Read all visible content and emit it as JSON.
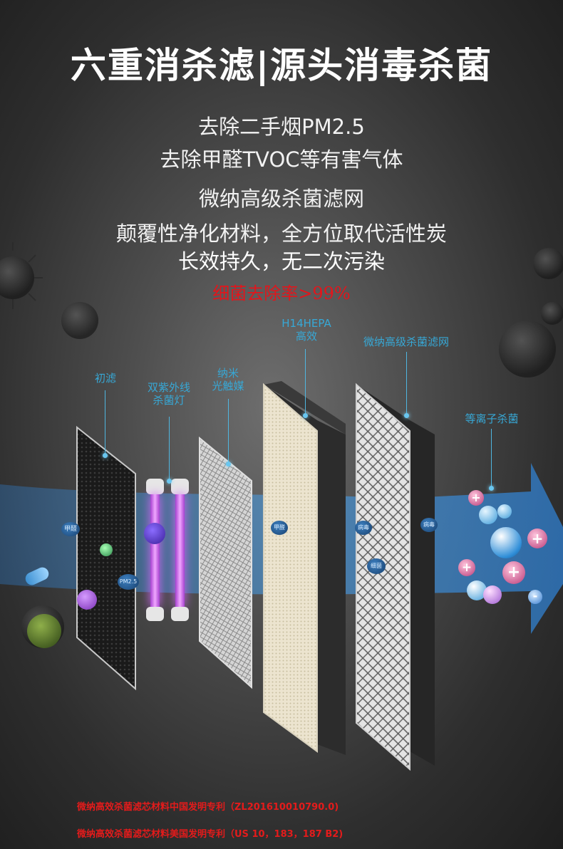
{
  "title": "六重消杀滤|源头消毒杀菌",
  "features": [
    "去除二手烟PM2.5",
    "去除甲醛TVOC等有害气体",
    "微纳高级杀菌滤网",
    "颠覆性净化材料，全方位取代活性炭",
    "长效持久，无二次污染"
  ],
  "highlight": "细菌去除率>99%",
  "layers": {
    "pre_filter": "初滤",
    "uv_lamp": "双紫外线\n杀菌灯",
    "photocatalyst": "纳米\n光触媒",
    "hepa": "H14HEPA\n高效",
    "micro_nano": "微纳高级杀菌滤网",
    "plasma": "等离子杀菌"
  },
  "pollutant_tags": {
    "formaldehyde_1": "甲醛",
    "pm25": "PM2.5",
    "formaldehyde_2": "甲醛",
    "virus_1": "病毒",
    "bacteria": "细菌",
    "virus_2": "病毒"
  },
  "ion_symbols": {
    "plus": "+",
    "minus": "-"
  },
  "patents": [
    "微纳高效杀菌滤芯材料中国发明专利（ZL201610010790.0)",
    "微纳高效杀菌滤芯材料美国发明专利（US 10，183，187 B2)"
  ],
  "colors": {
    "accent_blue": "#37a8d6",
    "highlight_red": "#e3151b",
    "uv_purple": "#c24fe0",
    "airflow_blue": "#3d8fd8"
  }
}
